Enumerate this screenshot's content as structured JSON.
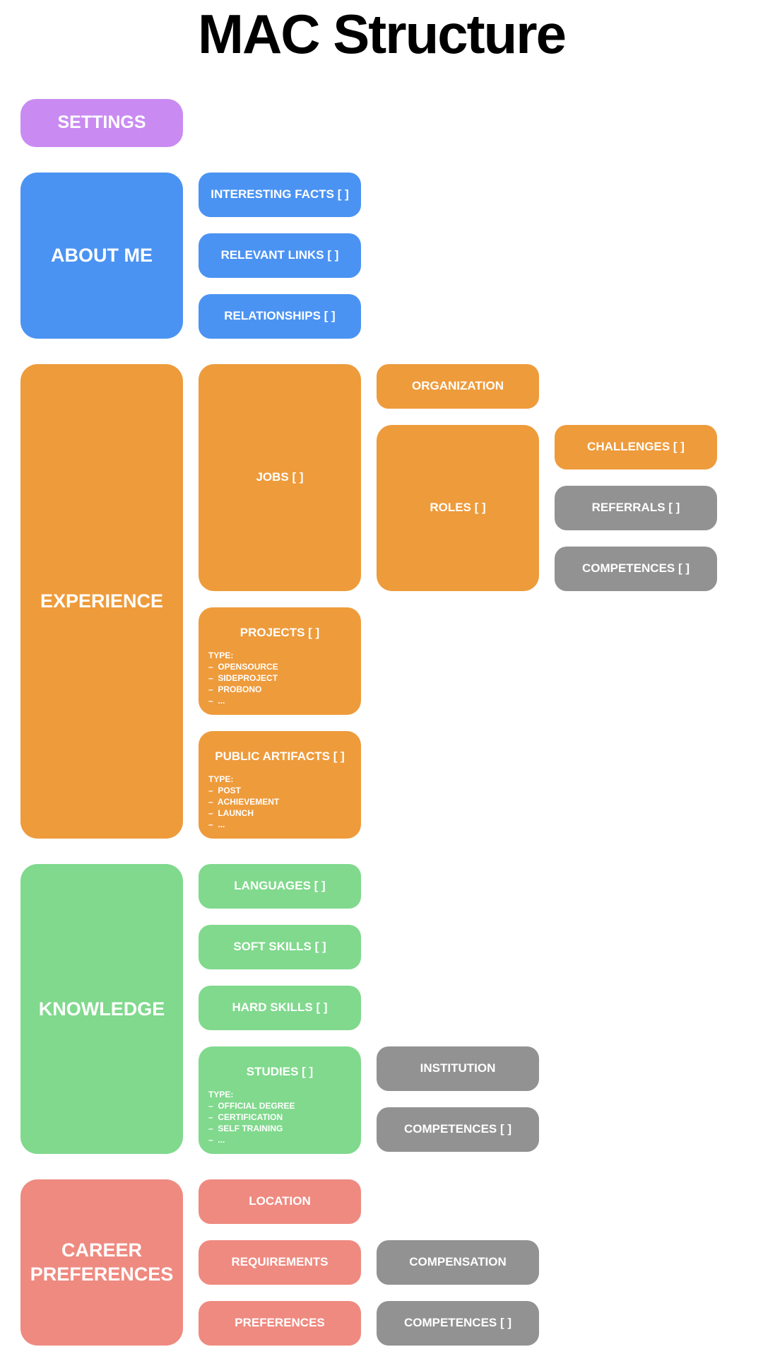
{
  "page": {
    "title": "MAC Structure"
  },
  "colors": {
    "purple": "#c98bf2",
    "blue": "#4b93f2",
    "orange": "#ee9b3b",
    "green": "#80d98d",
    "salmon": "#ef8a80",
    "gray": "#929292"
  },
  "tree": {
    "settings": {
      "label": "SETTINGS"
    },
    "about_me": {
      "label": "ABOUT ME",
      "children": {
        "interesting_facts": {
          "label": "INTERESTING FACTS [ ]"
        },
        "relevant_links": {
          "label": "RELEVANT LINKS [ ]"
        },
        "relationships": {
          "label": "RELATIONSHIPS [ ]"
        }
      }
    },
    "experience": {
      "label": "EXPERIENCE",
      "children": {
        "jobs": {
          "label": "JOBS [ ]",
          "children": {
            "organization": {
              "label": "ORGANIZATION"
            },
            "roles": {
              "label": "ROLES [ ]",
              "children": {
                "challenges": {
                  "label": "CHALLENGES [ ]"
                },
                "referrals": {
                  "label": "REFERRALS [ ]"
                },
                "competences": {
                  "label": "COMPETENCES [ ]"
                }
              }
            }
          }
        },
        "projects": {
          "label": "PROJECTS [ ]",
          "type_heading": "TYPE:",
          "types": [
            "OPENSOURCE",
            "SIDEPROJECT",
            "PROBONO",
            "..."
          ]
        },
        "public_artifacts": {
          "label": "PUBLIC ARTIFACTS [ ]",
          "type_heading": "TYPE:",
          "types": [
            "POST",
            "ACHIEVEMENT",
            "LAUNCH",
            "..."
          ]
        }
      }
    },
    "knowledge": {
      "label": "KNOWLEDGE",
      "children": {
        "languages": {
          "label": "LANGUAGES [ ]"
        },
        "soft_skills": {
          "label": "SOFT SKILLS [ ]"
        },
        "hard_skills": {
          "label": "HARD SKILLS [ ]"
        },
        "studies": {
          "label": "STUDIES [ ]",
          "type_heading": "TYPE:",
          "types": [
            "OFFICIAL DEGREE",
            "CERTIFICATION",
            "SELF TRAINING",
            "..."
          ],
          "children": {
            "institution": {
              "label": "INSTITUTION"
            },
            "competences": {
              "label": "COMPETENCES [ ]"
            }
          }
        }
      }
    },
    "career_preferences": {
      "label": "CAREER PREFERENCES",
      "children": {
        "location": {
          "label": "LOCATION"
        },
        "requirements": {
          "label": "REQUIREMENTS",
          "children": {
            "compensation": {
              "label": "COMPENSATION"
            },
            "competences": {
              "label": "COMPETENCES [ ]"
            }
          }
        },
        "preferences": {
          "label": "PREFERENCES"
        }
      }
    }
  }
}
